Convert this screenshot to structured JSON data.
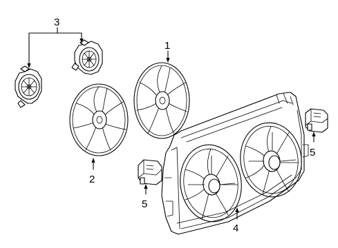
{
  "callouts": {
    "c1": "1",
    "c2": "2",
    "c3": "3",
    "c4": "4",
    "c5a": "5",
    "c5b": "5"
  }
}
